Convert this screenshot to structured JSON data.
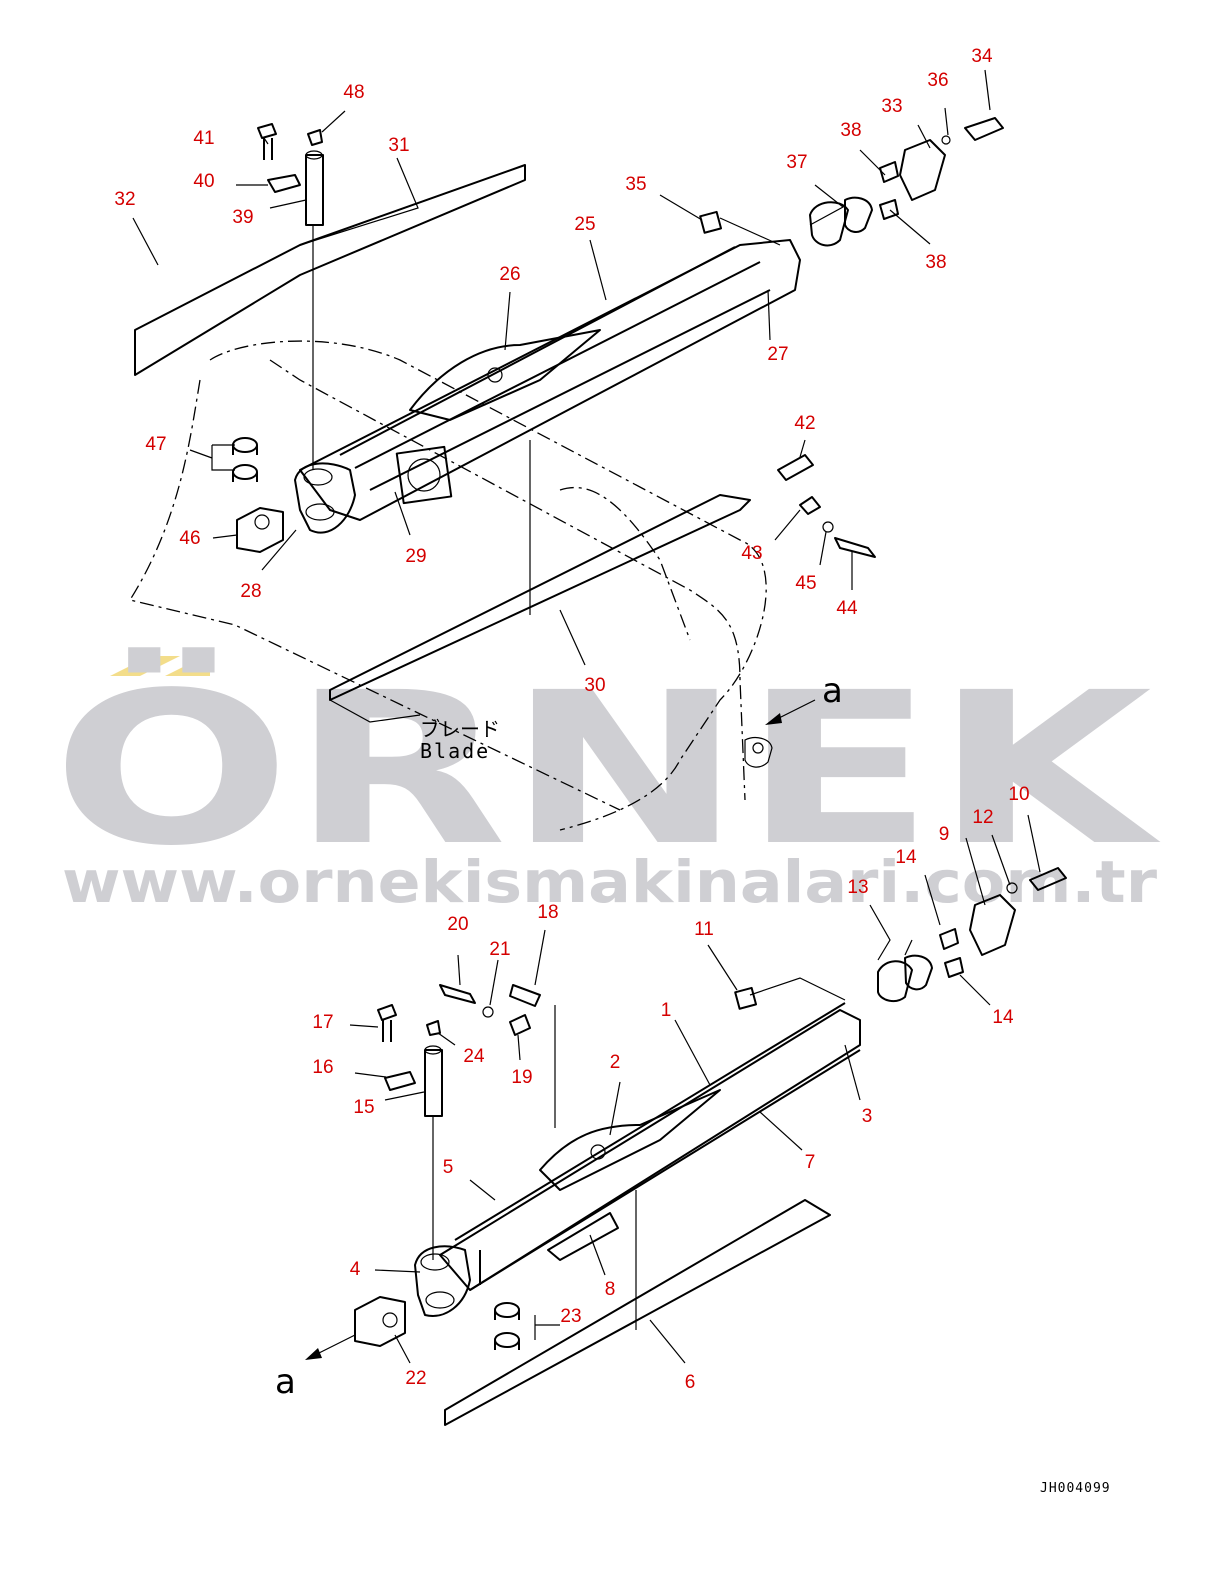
{
  "watermark": {
    "brand": "ÖRNEK",
    "url": "www.ornekismakinalari.com.tr",
    "color": "#cfcfd3",
    "accent_color": "#f3dd8a"
  },
  "labels": {
    "blade_jp": "ブレード",
    "blade_en": "Blade",
    "view_a_top": "a",
    "view_a_bottom": "a",
    "drawing_code": "JH004099"
  },
  "callout_color": "#d40000",
  "callouts": [
    "1",
    "2",
    "3",
    "4",
    "5",
    "6",
    "7",
    "8",
    "9",
    "10",
    "11",
    "12",
    "13",
    "14",
    "14",
    "15",
    "16",
    "17",
    "18",
    "19",
    "20",
    "21",
    "22",
    "23",
    "24",
    "25",
    "26",
    "27",
    "28",
    "29",
    "30",
    "31",
    "32",
    "33",
    "34",
    "35",
    "36",
    "37",
    "38",
    "38",
    "39",
    "40",
    "41",
    "42",
    "43",
    "44",
    "45",
    "46",
    "47",
    "48"
  ]
}
